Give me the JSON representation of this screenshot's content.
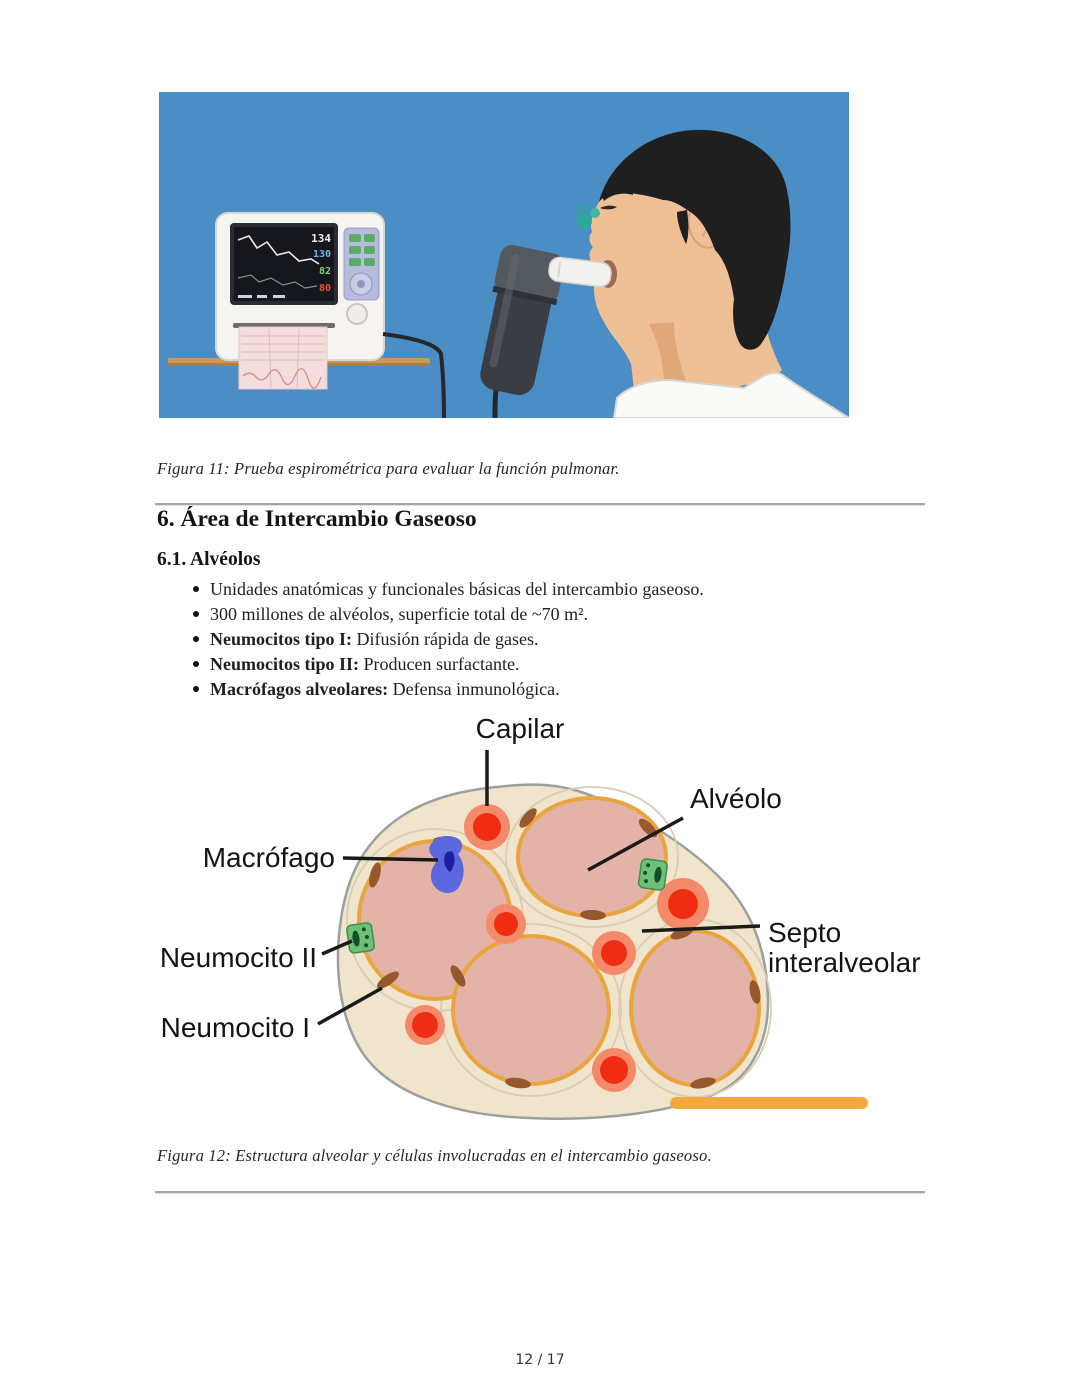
{
  "page": {
    "footer_text": "12 / 17"
  },
  "figure11": {
    "caption": "Figura 11: Prueba espirométrica para evaluar la función pulmonar.",
    "monitor": [
      "134",
      "130",
      "82",
      "80"
    ]
  },
  "section6": {
    "heading": "6. Área de Intercambio Gaseoso",
    "subheading": "6.1. Alvéolos",
    "bullets": [
      {
        "bold": "",
        "text": "Unidades anatómicas y funcionales básicas del intercambio gaseoso."
      },
      {
        "bold": "",
        "text": "300 millones de alvéolos, superficie total de ~70 m²."
      },
      {
        "bold": "Neumocitos tipo I:",
        "text": " Difusión rápida de gases."
      },
      {
        "bold": "Neumocitos tipo II:",
        "text": " Producen surfactante."
      },
      {
        "bold": "Macrófagos alveolares:",
        "text": " Defensa inmunológica."
      }
    ]
  },
  "figure12": {
    "caption": "Figura 12: Estructura alveolar y células involucradas en el intercambio gaseoso.",
    "labels": {
      "capilar": "Capilar",
      "alveolo": "Alvéolo",
      "macrofago": "Macrófago",
      "neumocito_ii": "Neumocito II",
      "neumocito_i": "Neumocito I",
      "septo_line1": "Septo",
      "septo_line2": "interalveolar"
    }
  },
  "colors": {
    "illustration_bg": "#4a8ec5",
    "tissue_fill": "#f0e5cc",
    "alveolus_fill": "#e3b3a7",
    "alveolus_border": "#e9a53e",
    "capillary_core": "#ee2d12",
    "capillary_ring": "#f58a6b",
    "pneumocyte2_green": "#6fc077",
    "macrophage_blue": "#5b68dd"
  }
}
